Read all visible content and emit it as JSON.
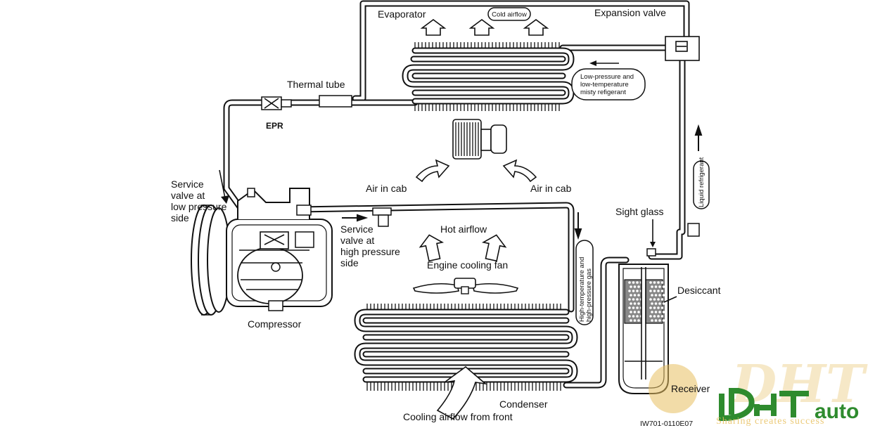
{
  "labels": {
    "evaporator": "Evaporator",
    "cold_airflow": "Cold airflow",
    "expansion_valve": "Expansion valve",
    "thermal_tube": "Thermal tube",
    "epr": "EPR",
    "low_pressure_note": [
      "Low-pressure and",
      "low-temperature",
      "misty refigerant"
    ],
    "liquid_refrigerant": "Liquid refrigerant",
    "air_in_cab_left": "Air in cab",
    "air_in_cab_right": "Air in cab",
    "service_valve_low": [
      "Service",
      "valve at",
      "low pressure",
      "side"
    ],
    "service_valve_high": [
      "Service",
      "valve at",
      "high pressure",
      "side"
    ],
    "hot_airflow": "Hot airflow",
    "engine_cooling_fan": "Engine cooling fan",
    "high_pressure_gas": [
      "High-temperature and",
      "high-pressure gas"
    ],
    "sight_glass": "Sight glass",
    "desiccant": "Desiccant",
    "compressor": "Compressor",
    "condenser": "Condenser",
    "cooling_airflow": "Cooling airflow from front",
    "receiver": "Receiver",
    "figure_code": "IW701-0110E07"
  },
  "watermark": {
    "logo_letters": "DHT",
    "brand": "auto",
    "slogan": "Sharing creates success"
  },
  "colors": {
    "line": "#111111",
    "logo_green": "#2e8b2e",
    "watermark_gold": "#e8c060"
  }
}
